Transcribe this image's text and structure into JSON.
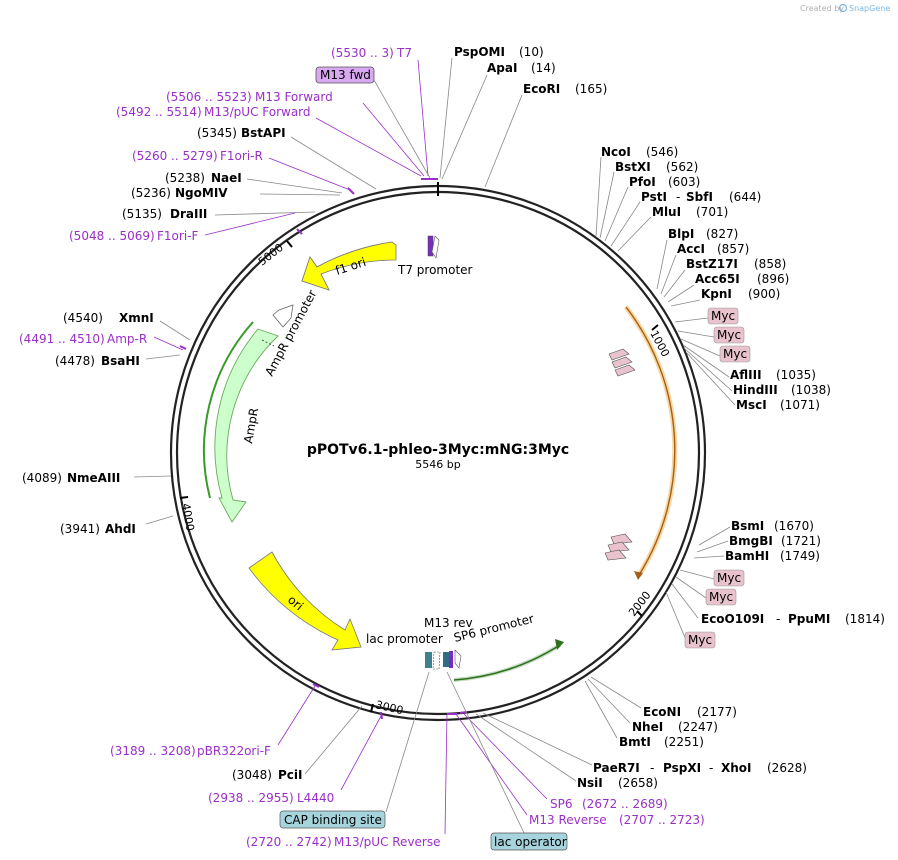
{
  "credit": "Created by",
  "brand": "SnapGene",
  "plasmid": {
    "name": "pPOTv6.1-phleo-3Myc:mNG:3Myc",
    "size": "5546 bp"
  },
  "ticks": [
    "1000",
    "2000",
    "3000",
    "4000",
    "5000"
  ],
  "features": {
    "f1_ori": "f1 ori",
    "t7_promoter": "T7 promoter",
    "ampr_promoter": "AmpR promoter",
    "ampr": "AmpR",
    "ori": "ori",
    "lac_promoter": "lac promoter",
    "m13_rev": "M13 rev",
    "sp6_promoter": "SP6 promoter"
  },
  "boxes": {
    "m13_fwd": "M13 fwd",
    "myc": "Myc",
    "cap_site": "CAP binding site",
    "lac_operator": "lac operator"
  },
  "sites": {
    "PspOMI": {
      "name": "PspOMI",
      "pos": "(10)"
    },
    "ApaI": {
      "name": "ApaI",
      "pos": "(14)"
    },
    "EcoRI": {
      "name": "EcoRI",
      "pos": "(165)"
    },
    "NcoI": {
      "name": "NcoI",
      "pos": "(546)"
    },
    "BstXI": {
      "name": "BstXI",
      "pos": "(562)"
    },
    "PfoI": {
      "name": "PfoI",
      "pos": "(603)"
    },
    "PstISbfI": {
      "name": "PstI",
      "name2": "SbfI",
      "pos": "(644)"
    },
    "MluI": {
      "name": "MluI",
      "pos": "(701)"
    },
    "BlpI": {
      "name": "BlpI",
      "pos": "(827)"
    },
    "AccI": {
      "name": "AccI",
      "pos": "(857)"
    },
    "BstZ17I": {
      "name": "BstZ17I",
      "pos": "(858)"
    },
    "Acc65I": {
      "name": "Acc65I",
      "pos": "(896)"
    },
    "KpnI": {
      "name": "KpnI",
      "pos": "(900)"
    },
    "AflIII": {
      "name": "AflIII",
      "pos": "(1035)"
    },
    "HindIII": {
      "name": "HindIII",
      "pos": "(1038)"
    },
    "MscI": {
      "name": "MscI",
      "pos": "(1071)"
    },
    "BsmI": {
      "name": "BsmI",
      "pos": "(1670)"
    },
    "BmgBI": {
      "name": "BmgBI",
      "pos": "(1721)"
    },
    "BamHI": {
      "name": "BamHI",
      "pos": "(1749)"
    },
    "EcoO109I": {
      "name": "EcoO109I",
      "name2": "PpuMI",
      "pos": "(1814)"
    },
    "EcoNI": {
      "name": "EcoNI",
      "pos": "(2177)"
    },
    "NheI": {
      "name": "NheI",
      "pos": "(2247)"
    },
    "BmtI": {
      "name": "BmtI",
      "pos": "(2251)"
    },
    "PaeR7I": {
      "name": "PaeR7I",
      "name2": "PspXI",
      "name3": "XhoI",
      "pos": "(2628)"
    },
    "NsiI": {
      "name": "NsiI",
      "pos": "(2658)"
    },
    "PciI": {
      "name": "PciI",
      "pos": "(3048)"
    },
    "AhdI": {
      "name": "AhdI",
      "pos": "(3941)"
    },
    "NmeAIII": {
      "name": "NmeAIII",
      "pos": "(4089)"
    },
    "BsaHI": {
      "name": "BsaHI",
      "pos": "(4478)"
    },
    "XmnI": {
      "name": "XmnI",
      "pos": "(4540)"
    },
    "DraIII": {
      "name": "DraIII",
      "pos": "(5135)"
    },
    "NgoMIV": {
      "name": "NgoMIV",
      "pos": "(5236)"
    },
    "NaeI": {
      "name": "NaeI",
      "pos": "(5238)"
    },
    "BstAPI": {
      "name": "BstAPI",
      "pos": "(5345)"
    }
  },
  "primers": {
    "T7": {
      "range": "(5530 .. 3)",
      "name": "T7"
    },
    "M13Forward": {
      "range": "(5506 .. 5523)",
      "name": "M13 Forward"
    },
    "M13pUCForward": {
      "range": "(5492 .. 5514)",
      "name": "M13/pUC Forward"
    },
    "F1oriR": {
      "range": "(5260 .. 5279)",
      "name": "F1ori-R"
    },
    "F1oriF": {
      "range": "(5048 .. 5069)",
      "name": "F1ori-F"
    },
    "AmpR": {
      "range": "(4491 .. 4510)",
      "name": "Amp-R"
    },
    "pBR322ori": {
      "range": "(3189 .. 3208)",
      "name": "pBR322ori-F"
    },
    "L4440": {
      "range": "(2938 .. 2955)",
      "name": "L4440"
    },
    "M13pUCReverse": {
      "range": "(2720 .. 2742)",
      "name": "M13/pUC Reverse"
    },
    "SP6": {
      "range": "(2672 .. 2689)",
      "name": "SP6"
    },
    "M13Reverse": {
      "range": "(2707 .. 2723)",
      "name": "M13 Reverse"
    }
  },
  "colors": {
    "backbone": "#222222",
    "f1_ori": "#ffff00",
    "ampr": "#ccffcc",
    "ampr_edge": "#3a9a2a",
    "myc_fill": "#e8c2cc",
    "primer": "#9b2fc9",
    "m13_fwd_fill": "#d8a8f0",
    "cap_fill": "#a6d4dd",
    "orange_feature": "#f5b451"
  }
}
